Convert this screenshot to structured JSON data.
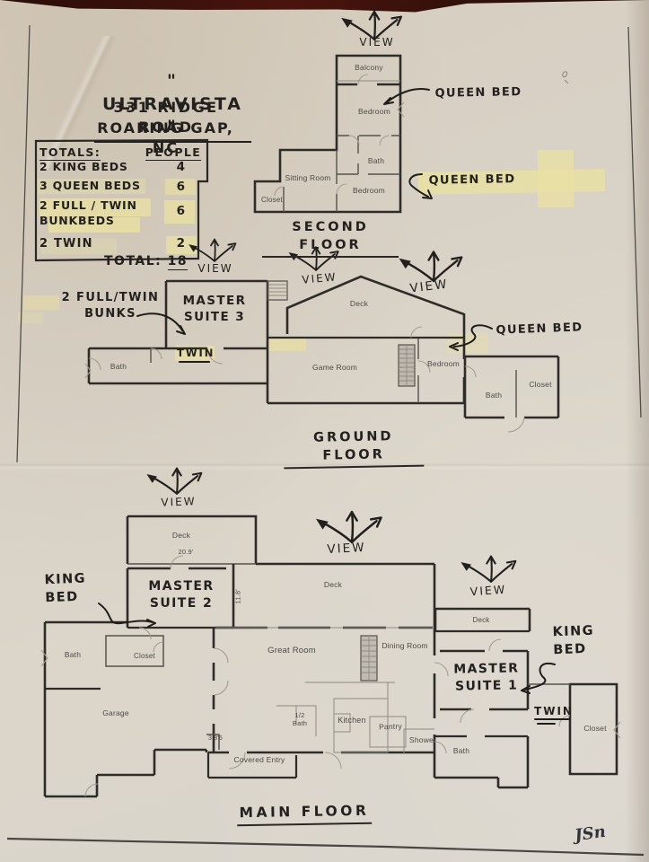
{
  "page": {
    "title_quoted": "\" ULTRAVISTA \"",
    "address_line1": "331 RIDGE ROAD",
    "address_line2": "ROARING GAP, NC",
    "signature_initials": "JSn"
  },
  "totals_table": {
    "header_item": "TOTALS:",
    "header_people": "PEOPLE",
    "rows": [
      {
        "item": "2 KING BEDS",
        "people": "4"
      },
      {
        "item": "3 QUEEN BEDS",
        "people": "6"
      },
      {
        "item": "2 FULL / TWIN BUNKBEDS",
        "people": "6"
      },
      {
        "item": "2 TWIN",
        "people": "2"
      }
    ],
    "total_label": "TOTAL:",
    "total_value": "18"
  },
  "common": {
    "view_label": "VIEW"
  },
  "second_floor": {
    "title": "SECOND FLOOR",
    "rooms": {
      "balcony": "Balcony",
      "bedroom_upper": "Bedroom",
      "bath": "Bath",
      "sitting_room": "Sitting Room",
      "closet": "Closet",
      "bedroom_lower": "Bedroom"
    },
    "annotations": {
      "queen_bed_upper": "QUEEN BED",
      "queen_bed_lower": "QUEEN BED"
    }
  },
  "ground_floor": {
    "title": "GROUND FLOOR",
    "rooms": {
      "bath_left": "Bath",
      "deck": "Deck",
      "game_room": "Game Room",
      "bedroom": "Bedroom",
      "bath_right": "Bath",
      "closet": "Closet"
    },
    "annotations": {
      "bunks": "2 FULL/TWIN BUNKS",
      "master_suite_3": "MASTER SUITE 3",
      "twin": "TWIN",
      "queen_bed": "QUEEN BED"
    }
  },
  "main_floor": {
    "title": "MAIN FLOOR",
    "rooms": {
      "deck_left": "Deck",
      "deck_center": "Deck",
      "deck_right": "Deck",
      "bath_left": "Bath",
      "closet_left": "Closet",
      "garage": "Garage",
      "great_room": "Great Room",
      "dining_room": "Dining Room",
      "kitchen": "Kitchen",
      "half_bath": "1/2 Bath",
      "pantry": "Pantry",
      "shower": "Shower",
      "covered_entry": "Covered Entry",
      "bath_right": "Bath",
      "closet_right": "Closet"
    },
    "dimensions": {
      "deck_width": "20.9'",
      "wall_length": "11.8'",
      "entry_width": "3.8'6"
    },
    "annotations": {
      "king_bed_left": "KING BED",
      "master_suite_2": "MASTER SUITE 2",
      "king_bed_right": "KING BED",
      "master_suite_1": "MASTER SUITE 1",
      "twin": "TWIN"
    }
  },
  "colors": {
    "paper": "#d8d1c5",
    "ink_hand": "#23211f",
    "ink_print": "#4c4a45",
    "highlight_tape": "#e9e0a2",
    "photo_background": "#3d140e"
  }
}
